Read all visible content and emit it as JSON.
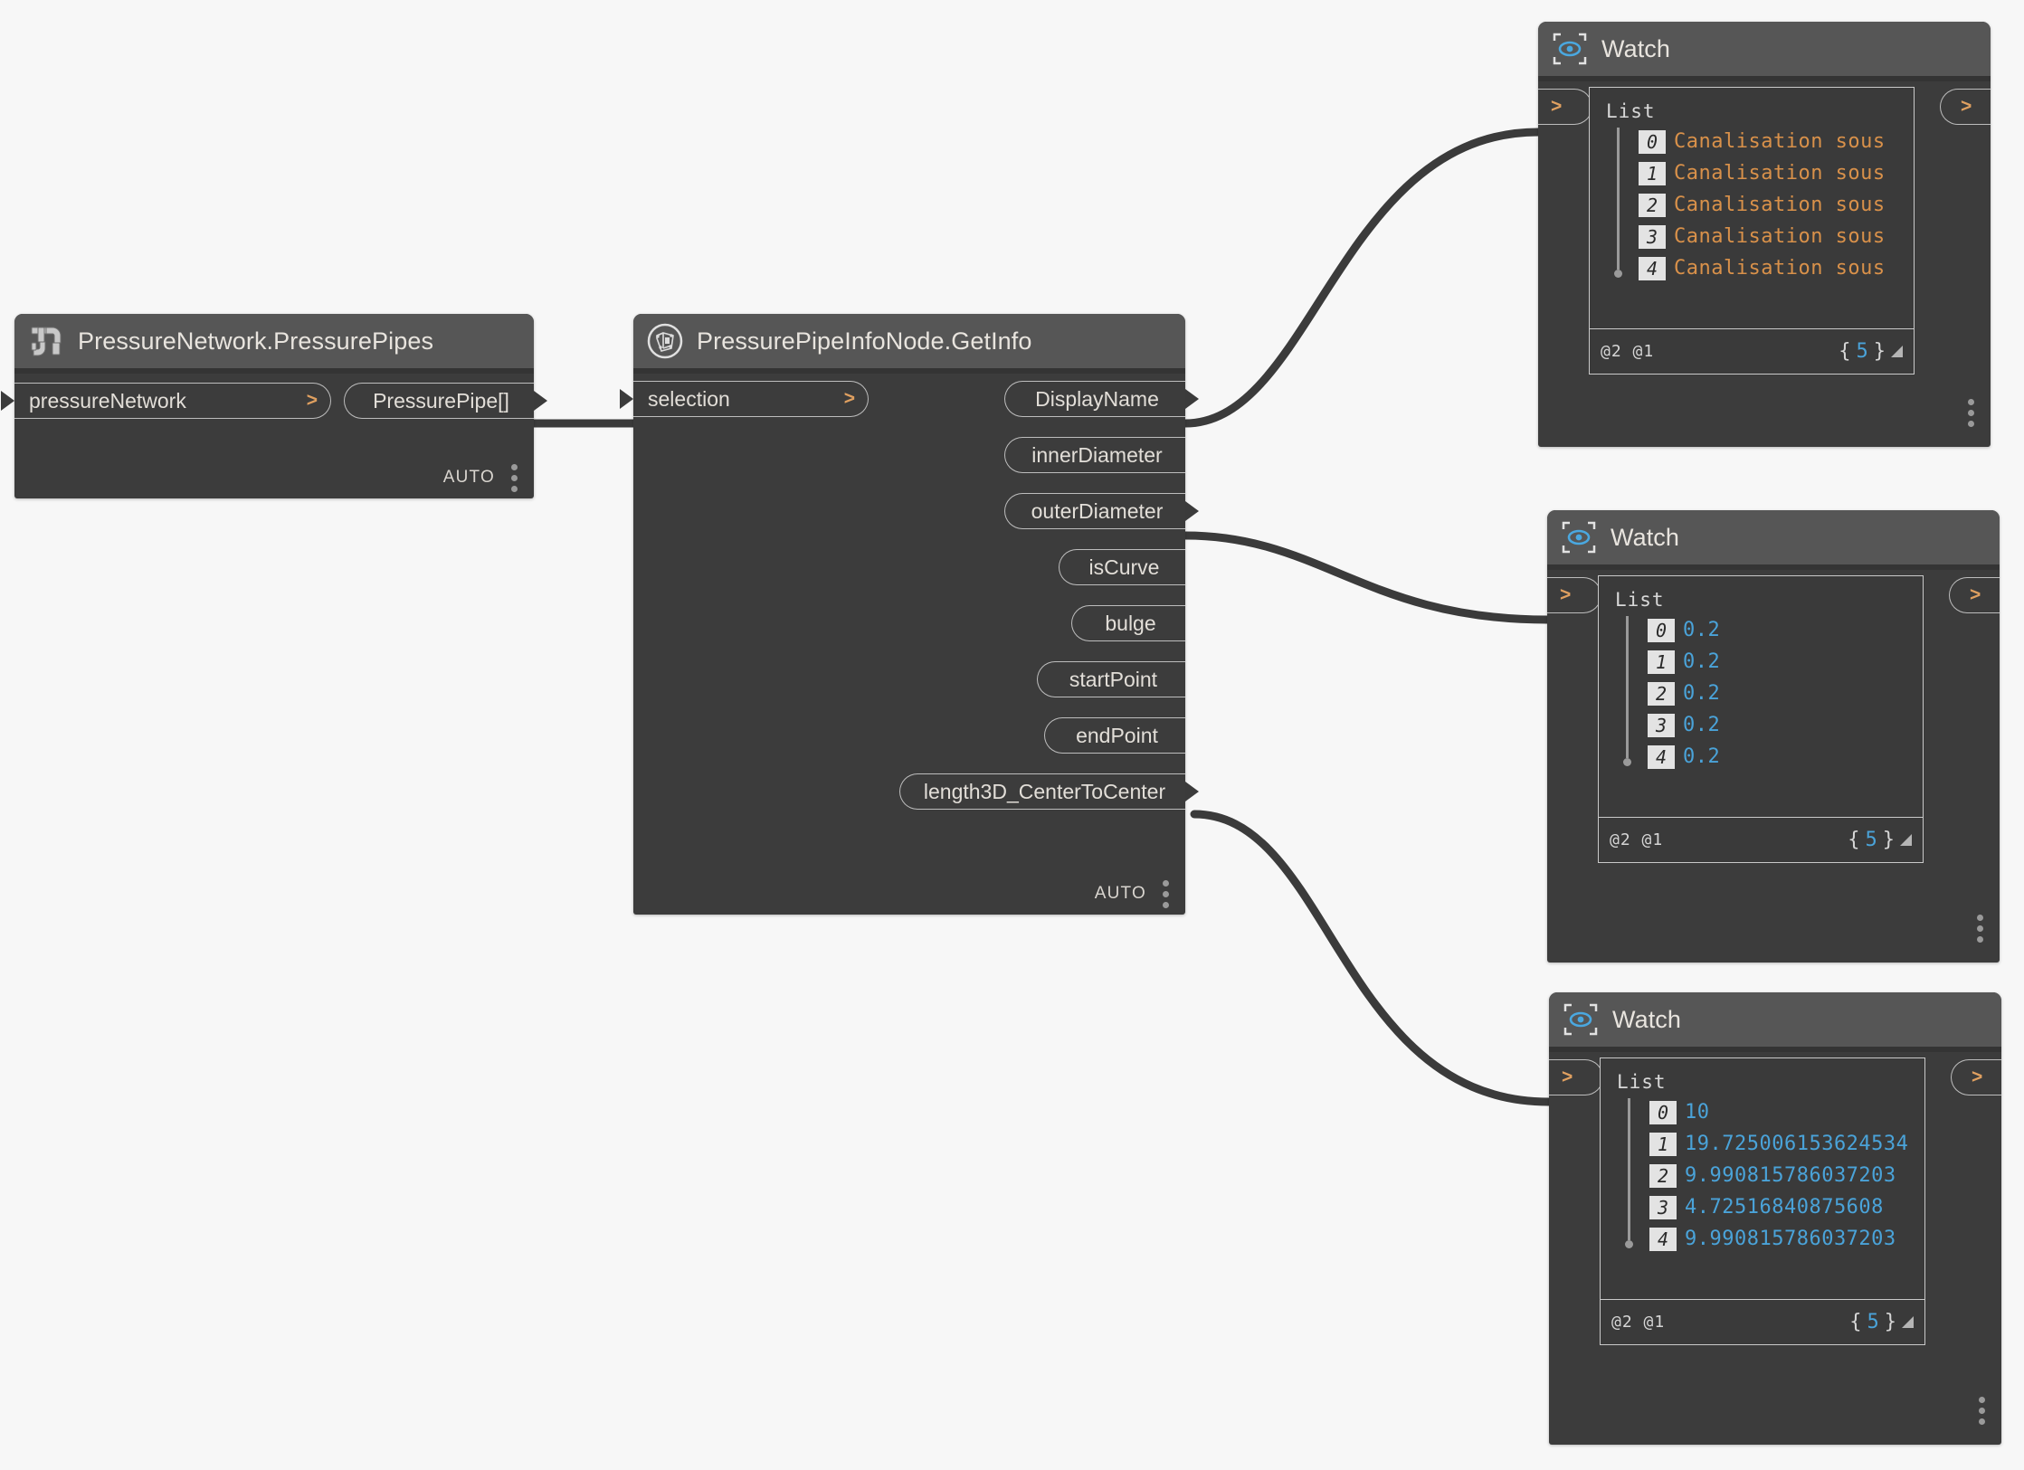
{
  "canvas": {
    "background": "#f7f7f7",
    "accent_blue": "#60b8e8",
    "wire_color": "#3b3b3b"
  },
  "nodes": [
    {
      "id": "pressure-pipes",
      "title": "PressureNetwork.PressurePipes",
      "icon": "pipe-icon",
      "inputs": [
        {
          "label": "pressureNetwork",
          "chevron": ">"
        }
      ],
      "outputs": [
        {
          "label": "PressurePipe[]"
        }
      ],
      "footer": {
        "auto_label": "AUTO",
        "menu_icon": "vertical-dots-icon"
      }
    },
    {
      "id": "pipe-info",
      "title": "PressurePipeInfoNode.GetInfo",
      "icon": "pipe-info-icon",
      "inputs": [
        {
          "label": "selection",
          "chevron": ">"
        }
      ],
      "outputs": [
        {
          "label": "DisplayName"
        },
        {
          "label": "innerDiameter"
        },
        {
          "label": "outerDiameter"
        },
        {
          "label": "isCurve"
        },
        {
          "label": "bulge"
        },
        {
          "label": "startPoint"
        },
        {
          "label": "endPoint"
        },
        {
          "label": "length3D_CenterToCenter"
        }
      ],
      "footer": {
        "auto_label": "AUTO",
        "menu_icon": "vertical-dots-icon"
      }
    }
  ],
  "watch_nodes": [
    {
      "id": "watch-displayname",
      "title": "Watch",
      "icon": "eye-watch-icon",
      "in_chevron": ">",
      "out_chevron": ">",
      "list_title": "List",
      "value_type": "str",
      "rows": [
        {
          "index": "0",
          "value": "Canalisation sous"
        },
        {
          "index": "1",
          "value": "Canalisation sous"
        },
        {
          "index": "2",
          "value": "Canalisation sous"
        },
        {
          "index": "3",
          "value": "Canalisation sous"
        },
        {
          "index": "4",
          "value": "Canalisation sous"
        }
      ],
      "lacing": "@2 @1",
      "count_open": "{",
      "count": "5",
      "count_close": "}",
      "menu_icon": "vertical-dots-icon"
    },
    {
      "id": "watch-outerdiameter",
      "title": "Watch",
      "icon": "eye-watch-icon",
      "in_chevron": ">",
      "out_chevron": ">",
      "list_title": "List",
      "value_type": "num",
      "rows": [
        {
          "index": "0",
          "value": "0.2"
        },
        {
          "index": "1",
          "value": "0.2"
        },
        {
          "index": "2",
          "value": "0.2"
        },
        {
          "index": "3",
          "value": "0.2"
        },
        {
          "index": "4",
          "value": "0.2"
        }
      ],
      "lacing": "@2 @1",
      "count_open": "{",
      "count": "5",
      "count_close": "}",
      "menu_icon": "vertical-dots-icon"
    },
    {
      "id": "watch-length3d",
      "title": "Watch",
      "icon": "eye-watch-icon",
      "in_chevron": ">",
      "out_chevron": ">",
      "list_title": "List",
      "value_type": "num",
      "rows": [
        {
          "index": "0",
          "value": "10"
        },
        {
          "index": "1",
          "value": "19.725006153624534"
        },
        {
          "index": "2",
          "value": "9.990815786037203"
        },
        {
          "index": "3",
          "value": "4.72516840875608"
        },
        {
          "index": "4",
          "value": "9.990815786037203"
        }
      ],
      "lacing": "@2 @1",
      "count_open": "{",
      "count": "5",
      "count_close": "}",
      "menu_icon": "vertical-dots-icon"
    }
  ],
  "connections": [
    {
      "from": "PressurePipe[]",
      "to": "selection"
    },
    {
      "from": "DisplayName",
      "to": "watch-displayname"
    },
    {
      "from": "outerDiameter",
      "to": "watch-outerdiameter"
    },
    {
      "from": "length3D_CenterToCenter",
      "to": "watch-length3d"
    }
  ]
}
